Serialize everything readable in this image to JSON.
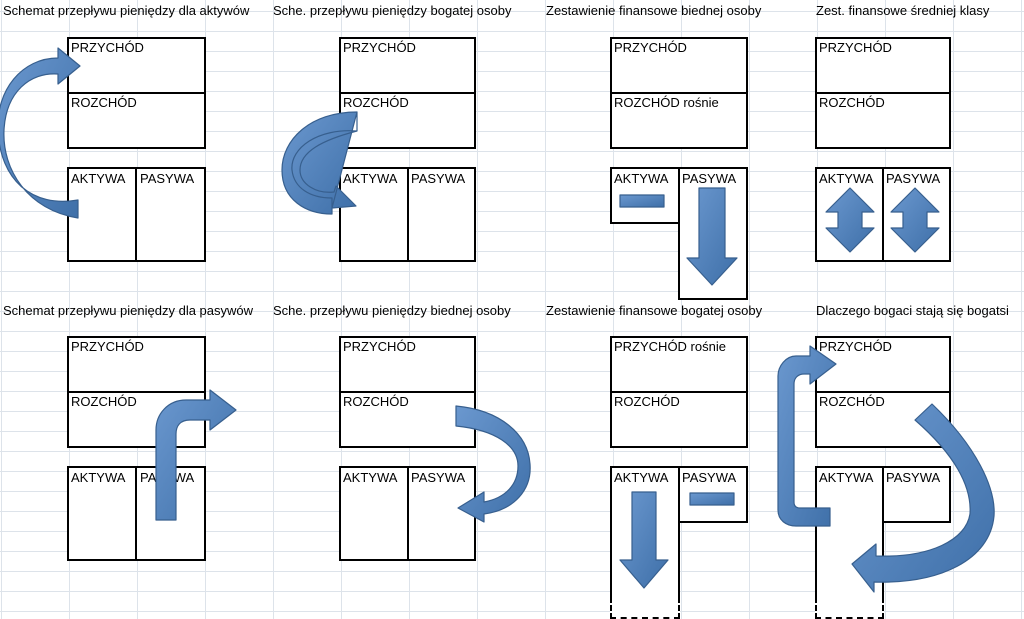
{
  "titles": {
    "t1": "Schemat przepływu pieniędzy dla aktywów",
    "t2": "Sche. przepływu pieniędzy bogatej osoby",
    "t3": "Zestawienie finansowe biednej osoby",
    "t4": "Zest. finansowe średniej klasy",
    "t5": "Schemat przepływu pieniędzy dla pasywów",
    "t6": "Sche. przepływu pieniędzy biednej osoby",
    "t7": "Zestawienie finansowe bogatej osoby",
    "t8": "Dlaczego bogaci stają się bogatsi"
  },
  "labels": {
    "income": "PRZYCHÓD",
    "income_grows": "PRZYCHÓD rośnie",
    "expense": "ROZCHÓD",
    "expense_grows": "ROZCHÓD rośnie",
    "assets": "AKTYWA",
    "liabilities": "PASYWA"
  },
  "colors": {
    "arrow": "#4f81bd",
    "arrow_edge": "#375f8e",
    "grid": "#dde3ea",
    "line": "#000000"
  }
}
